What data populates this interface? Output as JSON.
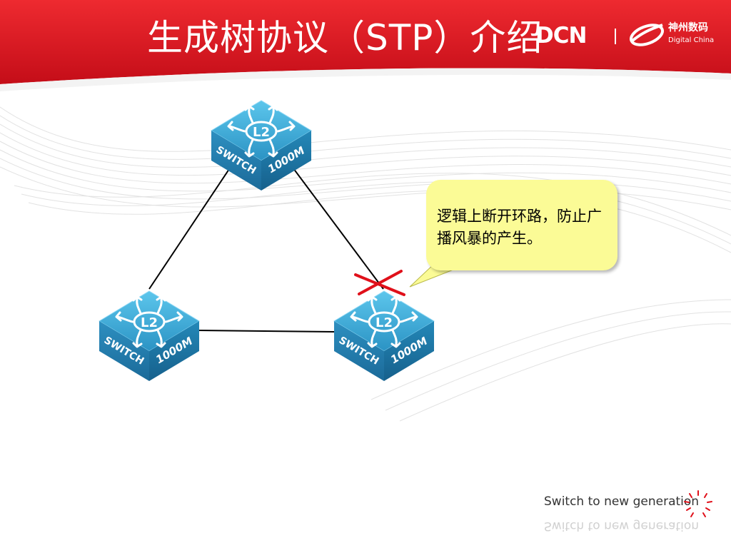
{
  "slide": {
    "title": "生成树协议（STP）介绍"
  },
  "brand": {
    "dcn": "DCN",
    "company_cn": "神州数码",
    "company_en": "Digital China"
  },
  "diagram": {
    "switch_center_label": "L2",
    "switch_left_label": "SWITCH",
    "switch_right_label": "1000M",
    "switches": [
      {
        "id": "top"
      },
      {
        "id": "bottom-left"
      },
      {
        "id": "bottom-right"
      }
    ],
    "links": [
      {
        "from": "top",
        "to": "bottom-left",
        "status": "forwarding"
      },
      {
        "from": "top",
        "to": "bottom-right",
        "status": "blocked"
      },
      {
        "from": "bottom-left",
        "to": "bottom-right",
        "status": "forwarding"
      }
    ],
    "callout_text": "逻辑上断开环路，防止广播风暴的产生。"
  },
  "footer": {
    "tagline": "Switch to new generation"
  },
  "colors": {
    "header_red": "#d7121f",
    "switch_blue": "#3aa8d4",
    "blocked_mark": "#e0101a",
    "callout_bg": "#fbfb96"
  }
}
